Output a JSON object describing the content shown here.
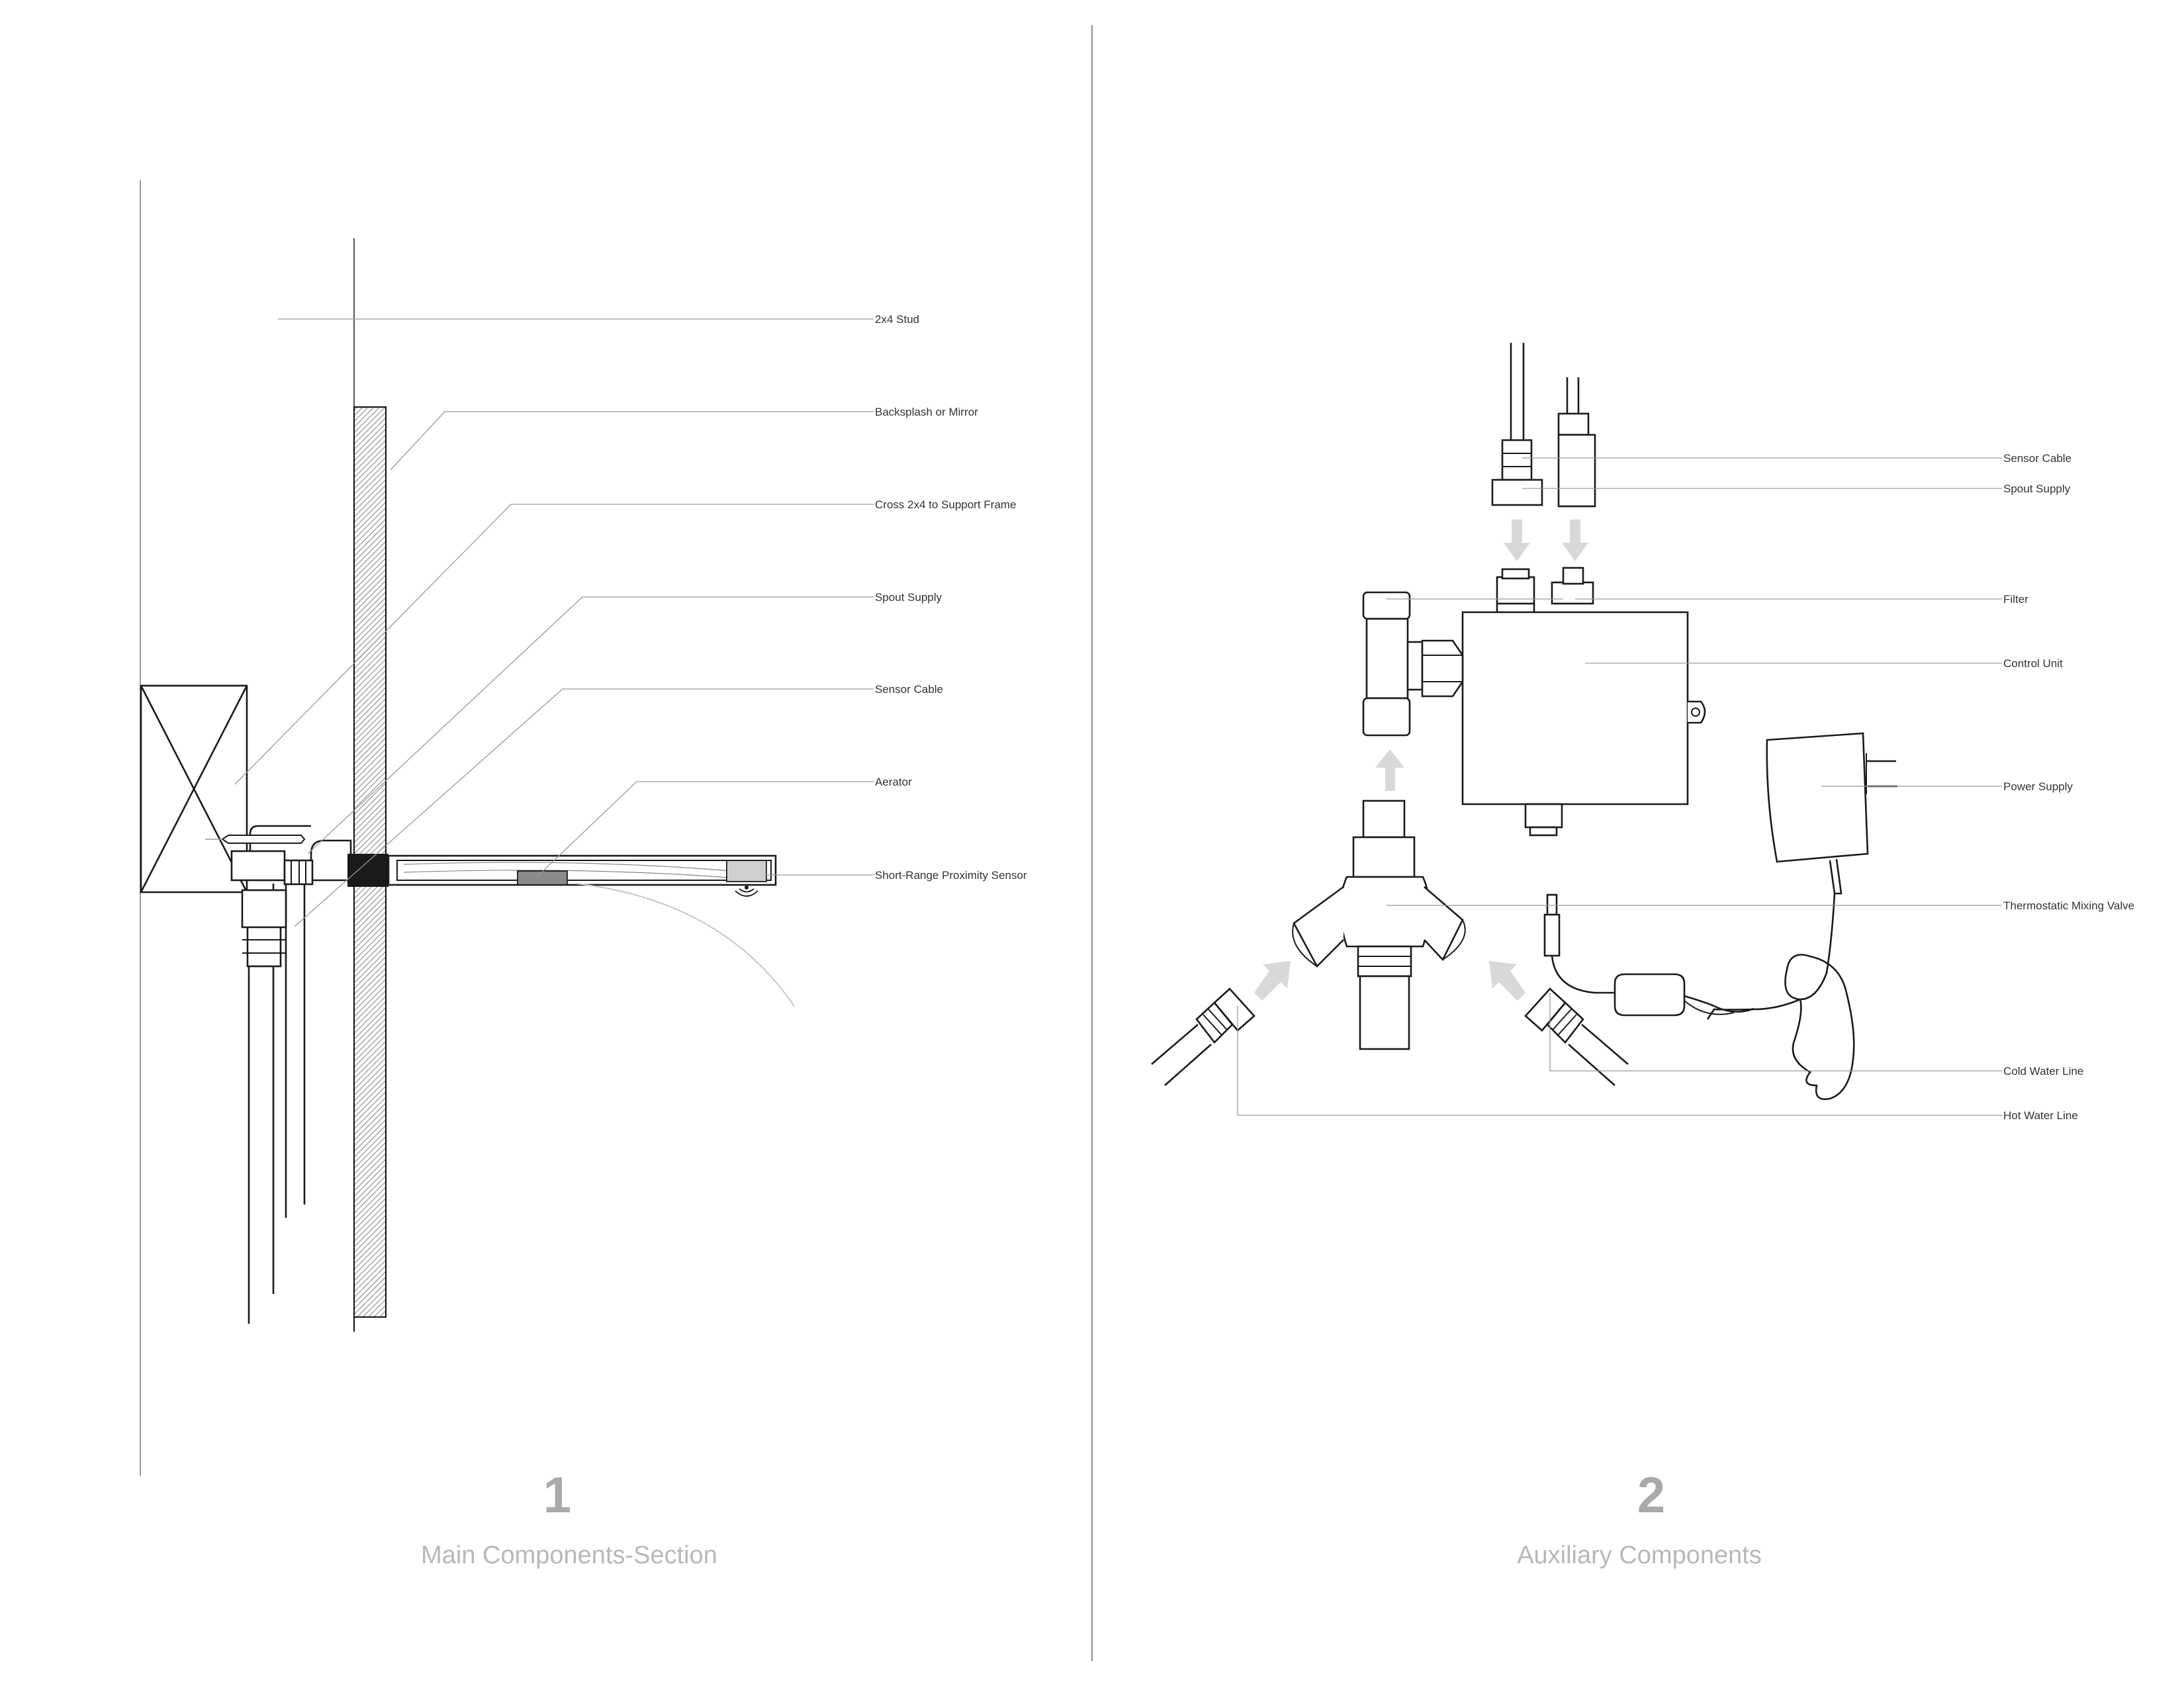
{
  "panels": [
    {
      "number": "1",
      "caption": "Main Components-Section",
      "labels": [
        "2x4 Stud",
        "Backsplash or Mirror",
        "Cross 2x4 to Support Frame",
        "Spout Supply",
        "Sensor Cable",
        "Aerator",
        "Short-Range Proximity Sensor"
      ]
    },
    {
      "number": "2",
      "caption": "Auxiliary Components",
      "labels": [
        "Sensor Cable",
        "Spout Supply",
        "Filter",
        "Control Unit",
        "Power Supply",
        "Thermostatic Mixing Valve",
        "Cold Water Line",
        "Hot Water Line"
      ]
    }
  ],
  "colors": {
    "line": "#1a1a1a",
    "leader": "#9a9a9a",
    "caption": "#b8b8b8",
    "arrow": "#d8d8d8",
    "wall_hatch": "#888888"
  }
}
